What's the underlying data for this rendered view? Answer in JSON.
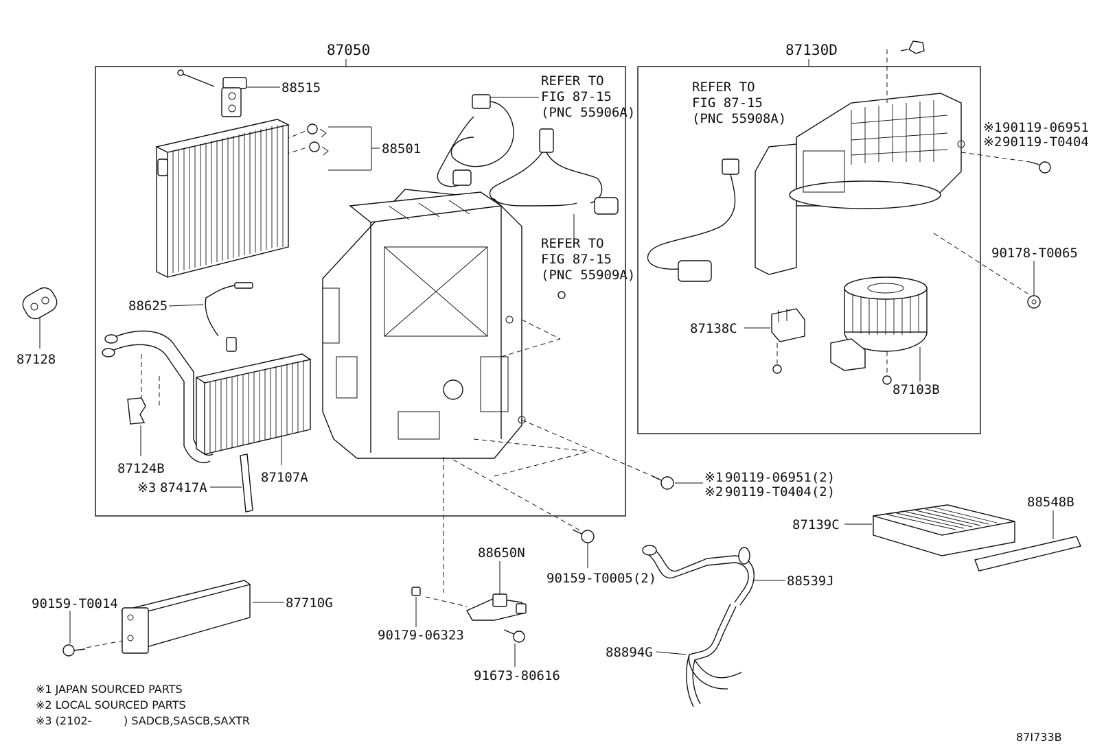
{
  "groups": {
    "evaporator_unit": "87050",
    "blower_unit": "87130D"
  },
  "parts": {
    "expansion_valve": "88515",
    "o_rings": "88501",
    "refer_55906a": [
      "REFER TO",
      "FIG 87-15",
      "(PNC 55906A)"
    ],
    "refer_55909a": [
      "REFER TO",
      "FIG 87-15",
      "(PNC 55909A)"
    ],
    "refer_55908a": [
      "REFER TO",
      "FIG 87-15",
      "(PNC 55908A)"
    ],
    "thermistor": "88625",
    "grommet": "87128",
    "pipe_clamp": "87124B",
    "seal_insulator": "87417A",
    "seal_insulator_mark": "※3",
    "heater_core": "87107A",
    "blower_resistor": "87138C",
    "blower_motor": "87103B",
    "blower_screw_1": "90119-06951",
    "blower_screw_1_mark": "※1",
    "blower_screw_2": "90119-T0404",
    "blower_screw_2_mark": "※2",
    "clip_blower": "90178-T0065",
    "screw_unit_1": "90119-06951(2)",
    "screw_unit_1_mark": "※1",
    "screw_unit_2": "90119-T0404(2)",
    "screw_unit_2_mark": "※2",
    "bolt_unit": "90159-T0005(2)",
    "cabin_filter": "87139C",
    "filter_cover": "88548B",
    "sensor_bracket": "88650N",
    "clip_bracket": "90179-06323",
    "bolt_bracket": "91673-80616",
    "hose_drain": "88539J",
    "hose_pipe": "88894G",
    "ptc_heater_screw": "90159-T0014",
    "ptc_heater": "87710G"
  },
  "notes": [
    "※1 JAPAN SOURCED PARTS",
    "※2 LOCAL SOURCED PARTS",
    "※3 (2102-",
    ") SADCB,SASCB,SAXTR"
  ],
  "figure_code": "87I733B"
}
